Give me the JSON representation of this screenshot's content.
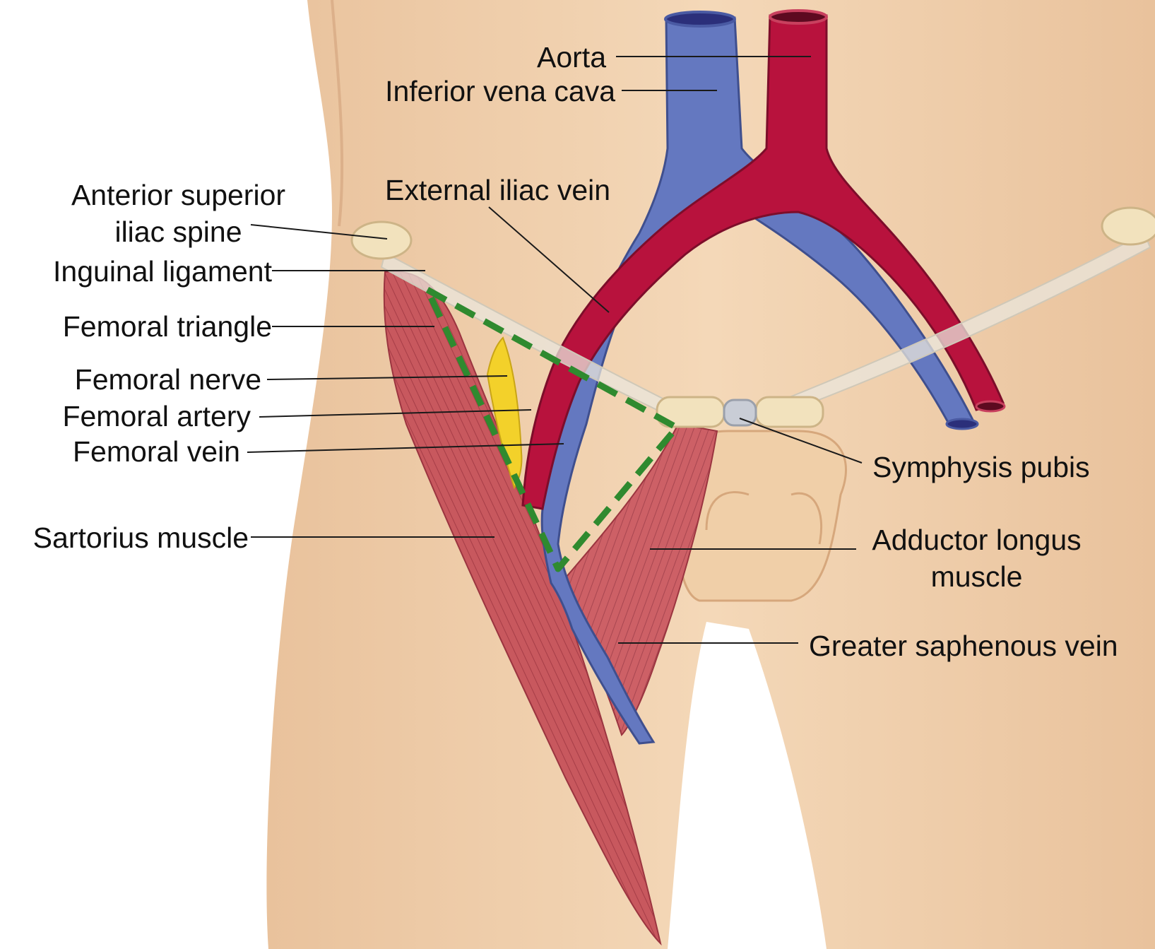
{
  "diagram": {
    "labels": {
      "aorta": "Aorta",
      "inferior_vena_cava": "Inferior vena cava",
      "external_iliac_vein": "External iliac vein",
      "anterior_superior_iliac_spine_line1": "Anterior superior",
      "anterior_superior_iliac_spine_line2": "iliac spine",
      "inguinal_ligament": "Inguinal ligament",
      "femoral_triangle": "Femoral triangle",
      "femoral_nerve": "Femoral nerve",
      "femoral_artery": "Femoral artery",
      "femoral_vein": "Femoral vein",
      "sartorius_muscle": "Sartorius muscle",
      "symphysis_pubis": "Symphysis pubis",
      "adductor_longus_line1": "Adductor longus",
      "adductor_longus_line2": "muscle",
      "greater_saphenous_vein": "Greater saphenous vein"
    },
    "colors": {
      "skin": "#f2d3b0",
      "skin_shadow": "#e0b48c",
      "artery": "#b8123d",
      "vein": "#6478c0",
      "muscle": "#c8585e",
      "nerve": "#f3d12a",
      "ligament": "#eae6dc",
      "bone": "#f2e2bd",
      "triangle_outline": "#2f8a2f",
      "leader_line": "#1a1a1a"
    }
  }
}
